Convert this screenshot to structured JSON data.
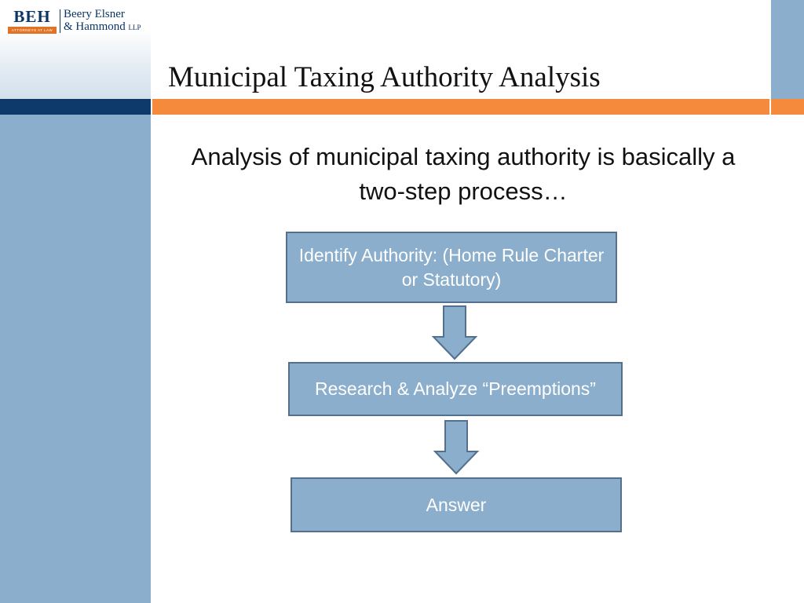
{
  "logo": {
    "letters": "BEH",
    "tagline": "ATTORNEYS AT LAW",
    "name_line1": "Beery Elsner",
    "name_line2": "& Hammond",
    "name_suffix": "LLP"
  },
  "slide": {
    "title": "Municipal Taxing Authority Analysis",
    "intro": "Analysis of municipal taxing authority is basically a two-step process…"
  },
  "flowchart": {
    "steps": [
      {
        "label": "Identify Authority: (Home Rule Charter or Statutory)"
      },
      {
        "label": "Research & Analyze “Preemptions”"
      },
      {
        "label": "Answer"
      }
    ]
  },
  "colors": {
    "sidebar": "#8aaecb",
    "navy": "#0e3a6b",
    "orange": "#f58a3d",
    "box_fill": "#8aaecb",
    "box_border": "#53708f"
  },
  "icons": {
    "arrow": "down-arrow-icon"
  }
}
